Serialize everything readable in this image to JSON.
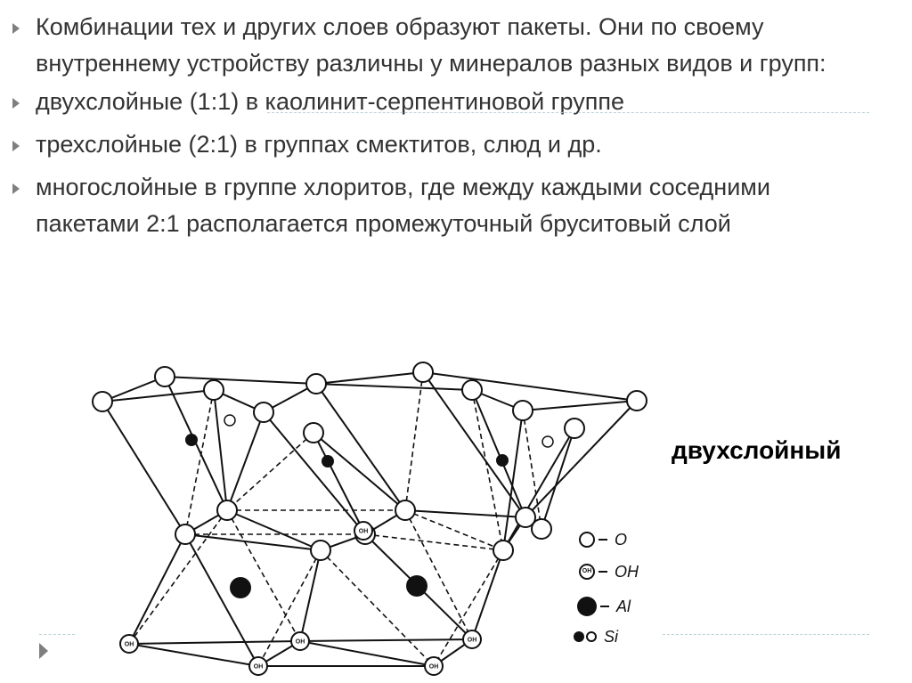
{
  "slide": {
    "bullets": [
      "Комбинации тех и других слоев образуют пакеты. Они по своему внутреннему устройству различны у минералов разных видов и групп:",
      "двухслойные (1:1) в каолинит-серпентиновой группе",
      "трехслойные (2:1) в группах смектитов, слюд и др.",
      "многослойные в группе хлоритов, где между каждыми соседними пакетами 2:1 располагается промежуточный бруситовый слой"
    ],
    "side_label": "двухслойный"
  },
  "diagram": {
    "oh_atom_text": "OH",
    "legend": {
      "o": "O",
      "oh": "OH",
      "oh_symbol": "OH",
      "al": "Al",
      "si": "Si"
    }
  },
  "colors": {
    "text": "#333333",
    "bullet_marker": "#7f7f7f",
    "rule": "#b8d0d8",
    "diagram_ink": "#111111"
  }
}
